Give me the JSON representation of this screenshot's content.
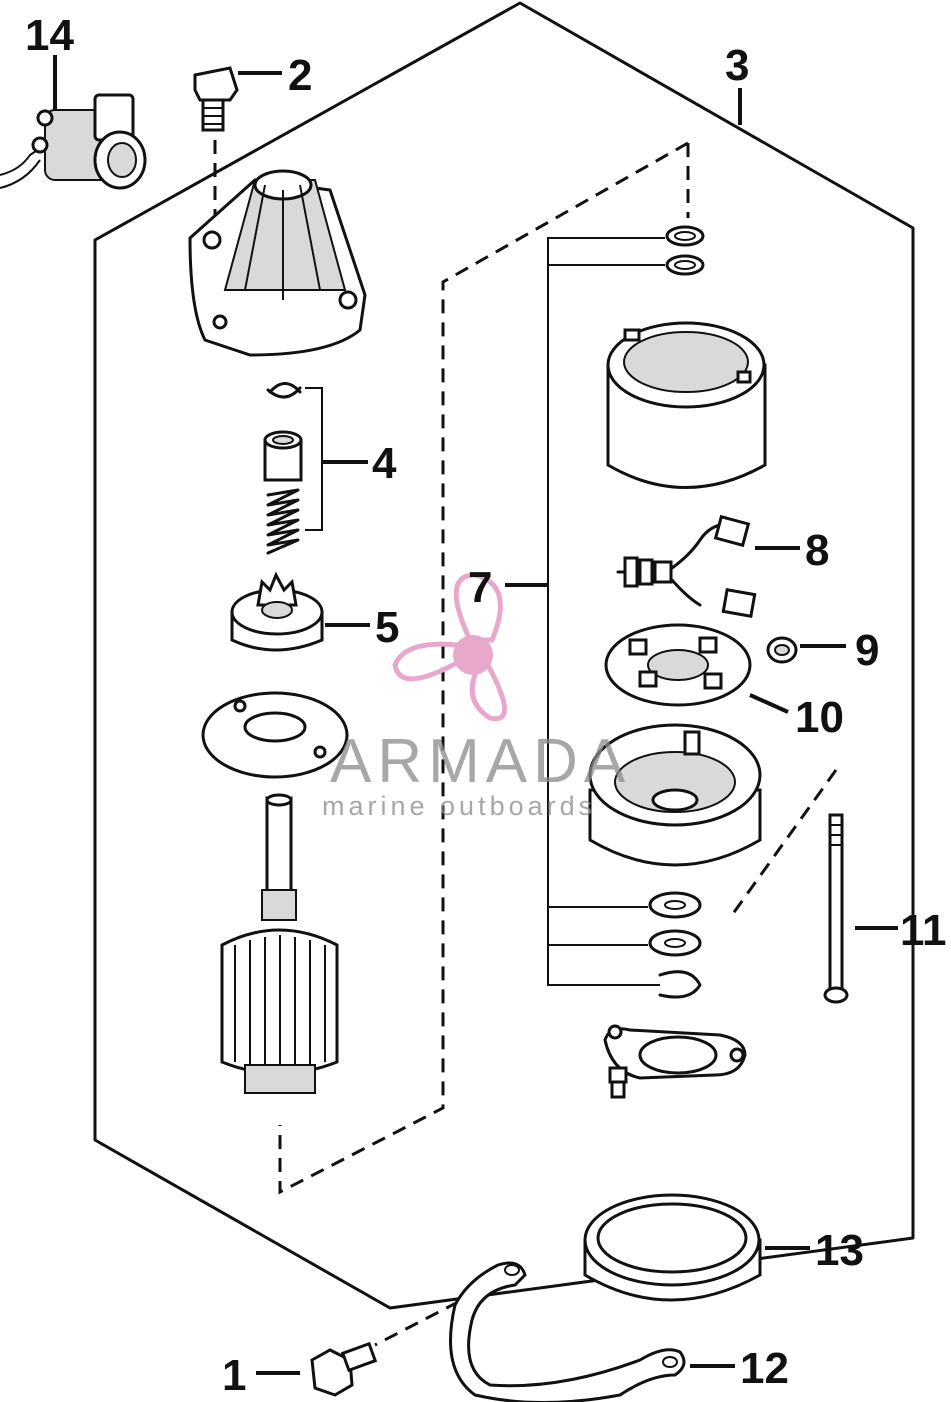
{
  "callouts": {
    "c1": "1",
    "c2": "2",
    "c3": "3",
    "c4": "4",
    "c5": "5",
    "c7": "7",
    "c8": "8",
    "c9": "9",
    "c10": "10",
    "c11": "11",
    "c12": "12",
    "c13": "13",
    "c14": "14"
  },
  "watermark": {
    "brand": "ARMADA",
    "tagline": "marine outboards",
    "color": "#e8a8cc"
  }
}
